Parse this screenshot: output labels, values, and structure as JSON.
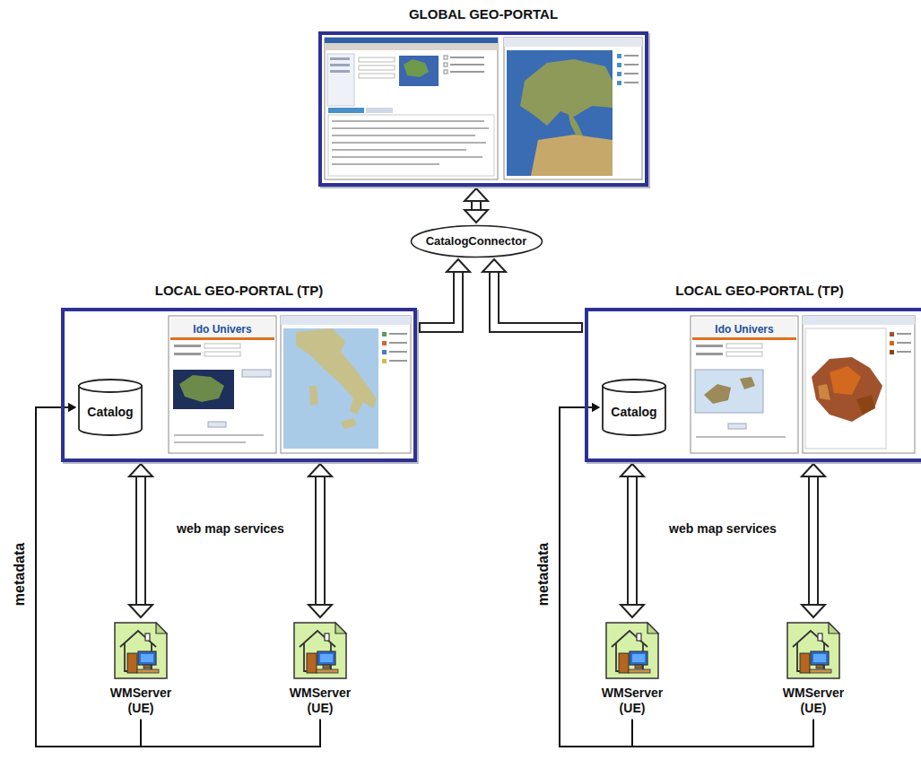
{
  "diagram": {
    "nodes": [
      {
        "text": [
          "GLOBAL GEO-PORTAL"
        ]
      },
      {
        "text": [
          "CatalogConnector"
        ]
      },
      {
        "text": [
          "LOCAL GEO-PORTAL (TP)"
        ]
      },
      {
        "text": [
          "Catalog"
        ],
        "in": 2
      },
      {
        "text": [
          "WMServer (UE)"
        ]
      },
      {
        "text": [
          "WMServer (UE)"
        ]
      },
      {
        "text": [
          "LOCAL GEO-PORTAL (TP)"
        ]
      },
      {
        "text": [
          "Catalog"
        ],
        "in": 6
      },
      {
        "text": [
          "WMServer (UE)"
        ]
      },
      {
        "text": [
          "WMServer (UE)"
        ]
      }
    ],
    "edges": [
      {
        "from": 0,
        "to": 1,
        "arrow": "both"
      },
      {
        "from": 2,
        "to": 1,
        "arrow": "to"
      },
      {
        "from": 6,
        "to": 1,
        "arrow": "to"
      },
      {
        "from": 2,
        "to": 4,
        "arrow": "both"
      },
      {
        "from": 2,
        "to": 5,
        "arrow": "both"
      },
      {
        "from": 6,
        "to": 8,
        "arrow": "both"
      },
      {
        "from": 6,
        "to": 9,
        "arrow": "both"
      },
      {
        "from": 4,
        "to": 3,
        "arrow": "to"
      },
      {
        "from": 5,
        "to": 3,
        "arrow": "to"
      },
      {
        "from": 8,
        "to": 7,
        "arrow": "to"
      },
      {
        "from": 9,
        "to": 7,
        "arrow": "to"
      }
    ],
    "labels": [
      "web map services",
      "web map services",
      "metadata",
      "metadata",
      "Ido Univers",
      "Ido Univers"
    ]
  }
}
